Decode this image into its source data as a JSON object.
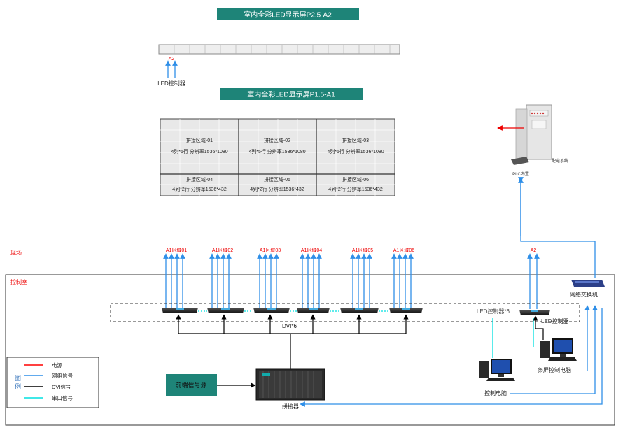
{
  "banners": {
    "a2_title": "室内全彩LED显示屏P2.5-A2",
    "a1_title": "室内全彩LED显示屏P1.5-A1"
  },
  "strip": {
    "label": "A2",
    "controller_label": "LED控制器"
  },
  "zones": [
    {
      "name": "拼接区域-01",
      "spec": "4列*5行 分辨率1536*1080"
    },
    {
      "name": "拼接区域-02",
      "spec": "4列*5行 分辨率1536*1080"
    },
    {
      "name": "拼接区域-03",
      "spec": "4列*5行 分辨率1536*1080"
    },
    {
      "name": "拼接区域-04",
      "spec": "4列*2行 分辨率1536*432"
    },
    {
      "name": "拼接区域-05",
      "spec": "4列*2行 分辨率1536*432"
    },
    {
      "name": "拼接区域-06",
      "spec": "4列*2行 分辨率1536*432"
    }
  ],
  "cabinet": {
    "label": "配电系统",
    "plc_label": "PLC内置"
  },
  "site_label": "现场",
  "control_room_label": "控制室",
  "zone_tags": [
    "A1区域01",
    "A1区域02",
    "A1区域03",
    "A1区域04",
    "A1区域05",
    "A1区域06"
  ],
  "a2_tag": "A2",
  "controllers_group_label": "LED控制器*6",
  "dvi_label": "DVI*6",
  "single_controller_label": "LED控制器",
  "switch_label": "网络交换机",
  "front_source_label": "前端信号源",
  "splicer_label": "拼接器",
  "control_pc_label": "控制电脑",
  "strip_pc_label": "条屏控制电脑",
  "legend": {
    "title": "图例",
    "items": [
      {
        "label": "电源",
        "color": "#ff0000"
      },
      {
        "label": "网络信号",
        "color": "#2f8fe8"
      },
      {
        "label": "DVI信号",
        "color": "#000000"
      },
      {
        "label": "串口信号",
        "color": "#00e0e0"
      }
    ]
  }
}
